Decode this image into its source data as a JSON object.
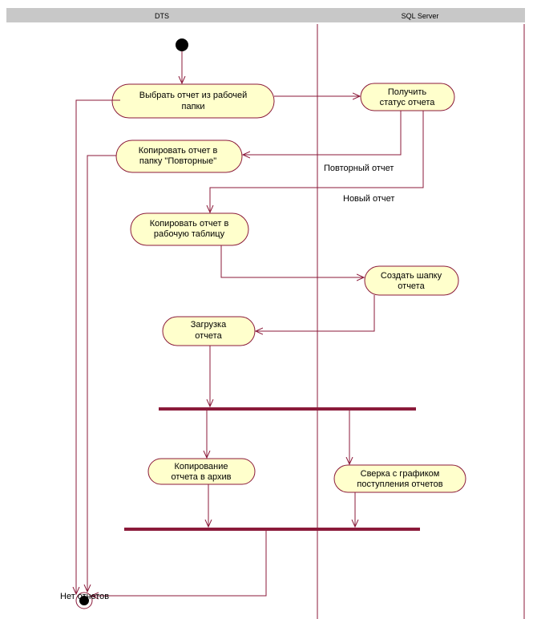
{
  "swimlanes": {
    "left": "DTS",
    "right": "SQL Server"
  },
  "activities": {
    "select_report": [
      "Выбрать отчет из рабочей",
      "папки"
    ],
    "get_status": [
      "Получить",
      "статус отчета"
    ],
    "copy_repeat": [
      "Копировать отчет в",
      "папку \"Повторные\""
    ],
    "copy_worktable": [
      "Копировать отчет в",
      "рабочую таблицу"
    ],
    "create_header": [
      "Создать шапку",
      "отчета"
    ],
    "load_report": [
      "Загрузка",
      "отчета"
    ],
    "archive_copy": [
      "Копирование",
      "отчета в архив"
    ],
    "schedule_check": [
      "Сверка с графиком",
      "поступления отчетов"
    ]
  },
  "edge_labels": {
    "repeat_report": "Повторный отчет",
    "new_report": "Новый отчет",
    "no_reports": "Нет отчетов"
  },
  "colors": {
    "line": "#8b1a3a",
    "activity_fill": "#ffffcc",
    "header": "#c8c8c8"
  }
}
